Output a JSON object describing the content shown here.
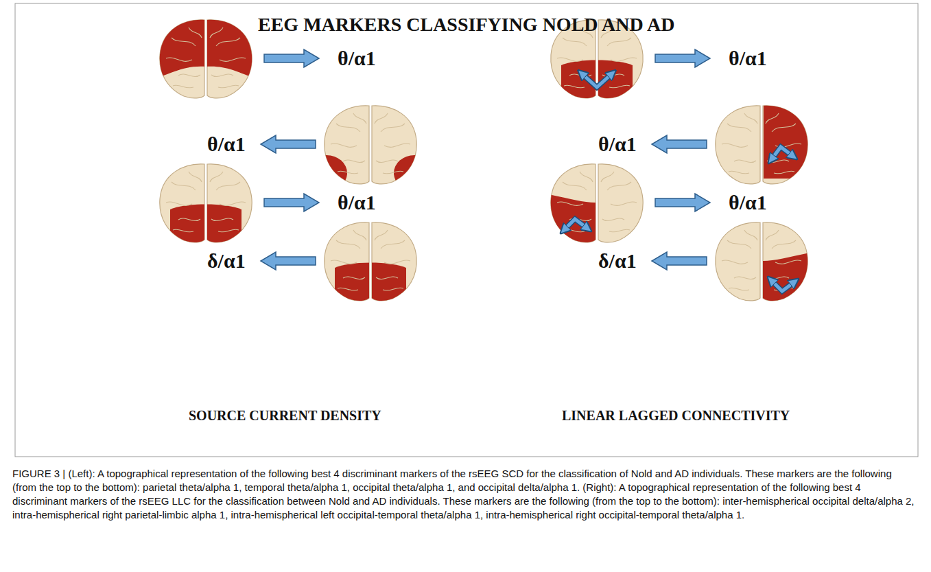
{
  "diagram": {
    "title": "EEG MARKERS CLASSIFYING NOLD AND AD",
    "caption": "FIGURE 3 | (Left): A topographical representation of the following best 4 discriminant markers of the rsEEG SCD for the classification of Nold and AD individuals. These markers are the following (from the top to the bottom): parietal theta/alpha 1, temporal theta/alpha 1, occipital theta/alpha 1, and occipital delta/alpha 1. (Right): A topographical representation of the following best 4 discriminant markers of the rsEEG LLC for the classification between Nold and AD individuals. These markers are the following (from the top to the bottom): inter-hemispherical occipital delta/alpha 2, intra-hemispherical right parietal-limbic alpha 1, intra-hemispherical left occipital-temporal theta/alpha 1, intra-hemispherical right occipital-temporal theta/alpha 1.",
    "labels": [
      "θ/α1",
      "θ/α1",
      "θ/α1",
      "θ/α1",
      "θ/α1",
      "θ/α1",
      "δ/α1",
      "δ/α1",
      "SOURCE CURRENT DENSITY",
      "LINEAR LAGGED CONNECTIVITY"
    ]
  }
}
